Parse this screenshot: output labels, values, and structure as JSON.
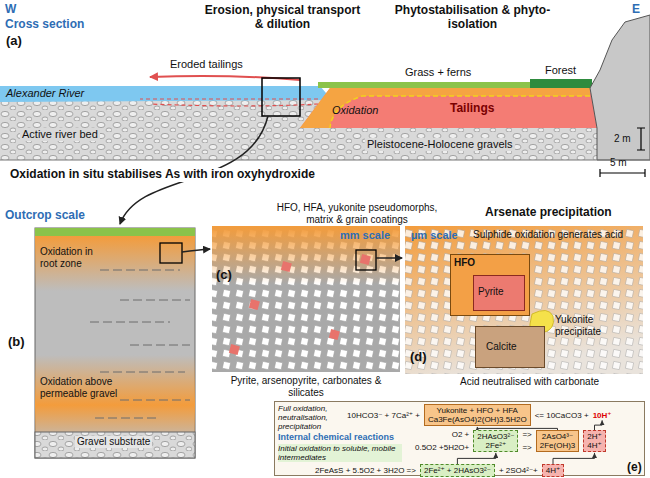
{
  "diagram": {
    "nodes": [
      {
        "text": [
          "Outcrop scale",
          "Oxidation in root zone",
          "Oxidation above permeable gravel",
          "Gravel substrate"
        ]
      },
      {
        "text": [
          "mm scale",
          "HFO, HFA, yukonite pseudomorphs, matrix & grain coatings",
          "Pyrite, arsenopyrite, carbonates & silicates"
        ]
      },
      {
        "text": [
          "Arsenate precipitation",
          "µm scale",
          "Sulphide oxidation generates acid",
          "Yukonite precipitate",
          "Acid neutralised with carbonate"
        ]
      },
      {
        "text": [
          "HFO"
        ],
        "in": 2
      },
      {
        "text": [
          "Pyrite"
        ],
        "in": 3
      },
      {
        "text": [
          "Calcite"
        ],
        "in": 2
      },
      {
        "text": [
          "Full oxidation, neutralisation, precipitation",
          "Internal chemical reactions",
          "Initial oxidation to soluble, mobile intermediates"
        ]
      },
      {
        "text": [
          "Yukonite + HFO + HFA",
          "Ca3Fe(AsO4)2(OH)3.5H2O"
        ],
        "in": 6
      },
      {
        "text": [
          "2HAsO3²⁻",
          "2Fe²⁺"
        ],
        "in": 6
      },
      {
        "text": [
          "2AsO4³⁻",
          "2Fe(OH)3"
        ],
        "in": 6
      },
      {
        "text": [
          "2H⁺",
          "4H⁺"
        ],
        "in": 6
      },
      {
        "text": [
          "2Fe²⁺ + 2HAsO3²⁻"
        ],
        "in": 6
      },
      {
        "text": [
          "4H⁺"
        ],
        "in": 6
      }
    ],
    "edges": [
      {
        "from": 11,
        "to": 8,
        "arrow": "to"
      },
      {
        "from": 12,
        "to": 10,
        "arrow": "to"
      },
      {
        "from": 9,
        "to": 7,
        "arrow": "to"
      }
    ],
    "labels": [
      "W",
      "Cross section",
      "(a)",
      "Erosion, physical transport & dilution",
      "Phytostabilisation & phyto-isolation",
      "E",
      "Grass + ferns",
      "Forest",
      "Eroded tailings",
      "Alexander River",
      "Oxidation",
      "Tailings",
      "Active river bed",
      "2 m",
      "5 m",
      "Pleistocene-Holocene gravels",
      "Oxidation in situ stabilises As with iron oxyhydroxide",
      "(b)",
      "(c)",
      "(d)",
      "(e)",
      "10HCO3⁻ + 7Ca²⁺ +",
      "<= 10CaCO3 +",
      "10H⁺",
      "O2 +",
      "0.5O2 +5H2O+",
      "=>",
      "=>",
      "2FeAsS + 5.5O2 + 3H2O =>",
      "+ 2SO4²⁻+"
    ]
  }
}
